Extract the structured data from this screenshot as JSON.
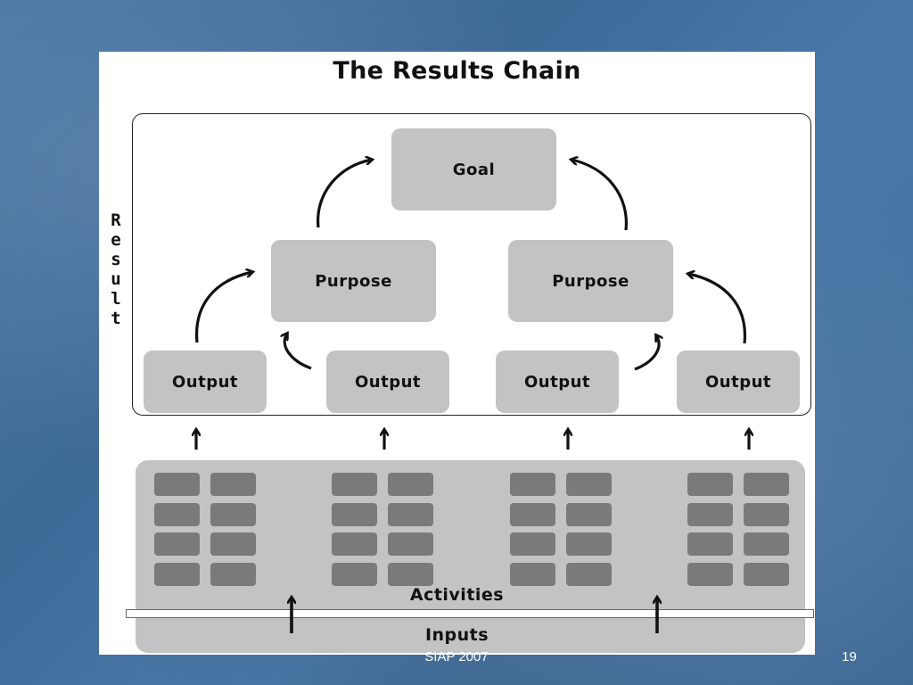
{
  "slide": {
    "footer_text": "SIAP 2007",
    "page_number": "19"
  },
  "diagram": {
    "title": "The Results Chain",
    "side_label": "Result",
    "goal": "Goal",
    "purposes": [
      "Purpose",
      "Purpose"
    ],
    "outputs": [
      "Output",
      "Output",
      "Output",
      "Output"
    ],
    "activities_label": "Activities",
    "inputs_label": "Inputs",
    "activity_groups": 4,
    "blocks_per_group": 8
  },
  "colors": {
    "background": "#426f9e",
    "box_fill": "#c3c3c3",
    "block_fill": "#7a7a7a",
    "text": "#111111"
  }
}
